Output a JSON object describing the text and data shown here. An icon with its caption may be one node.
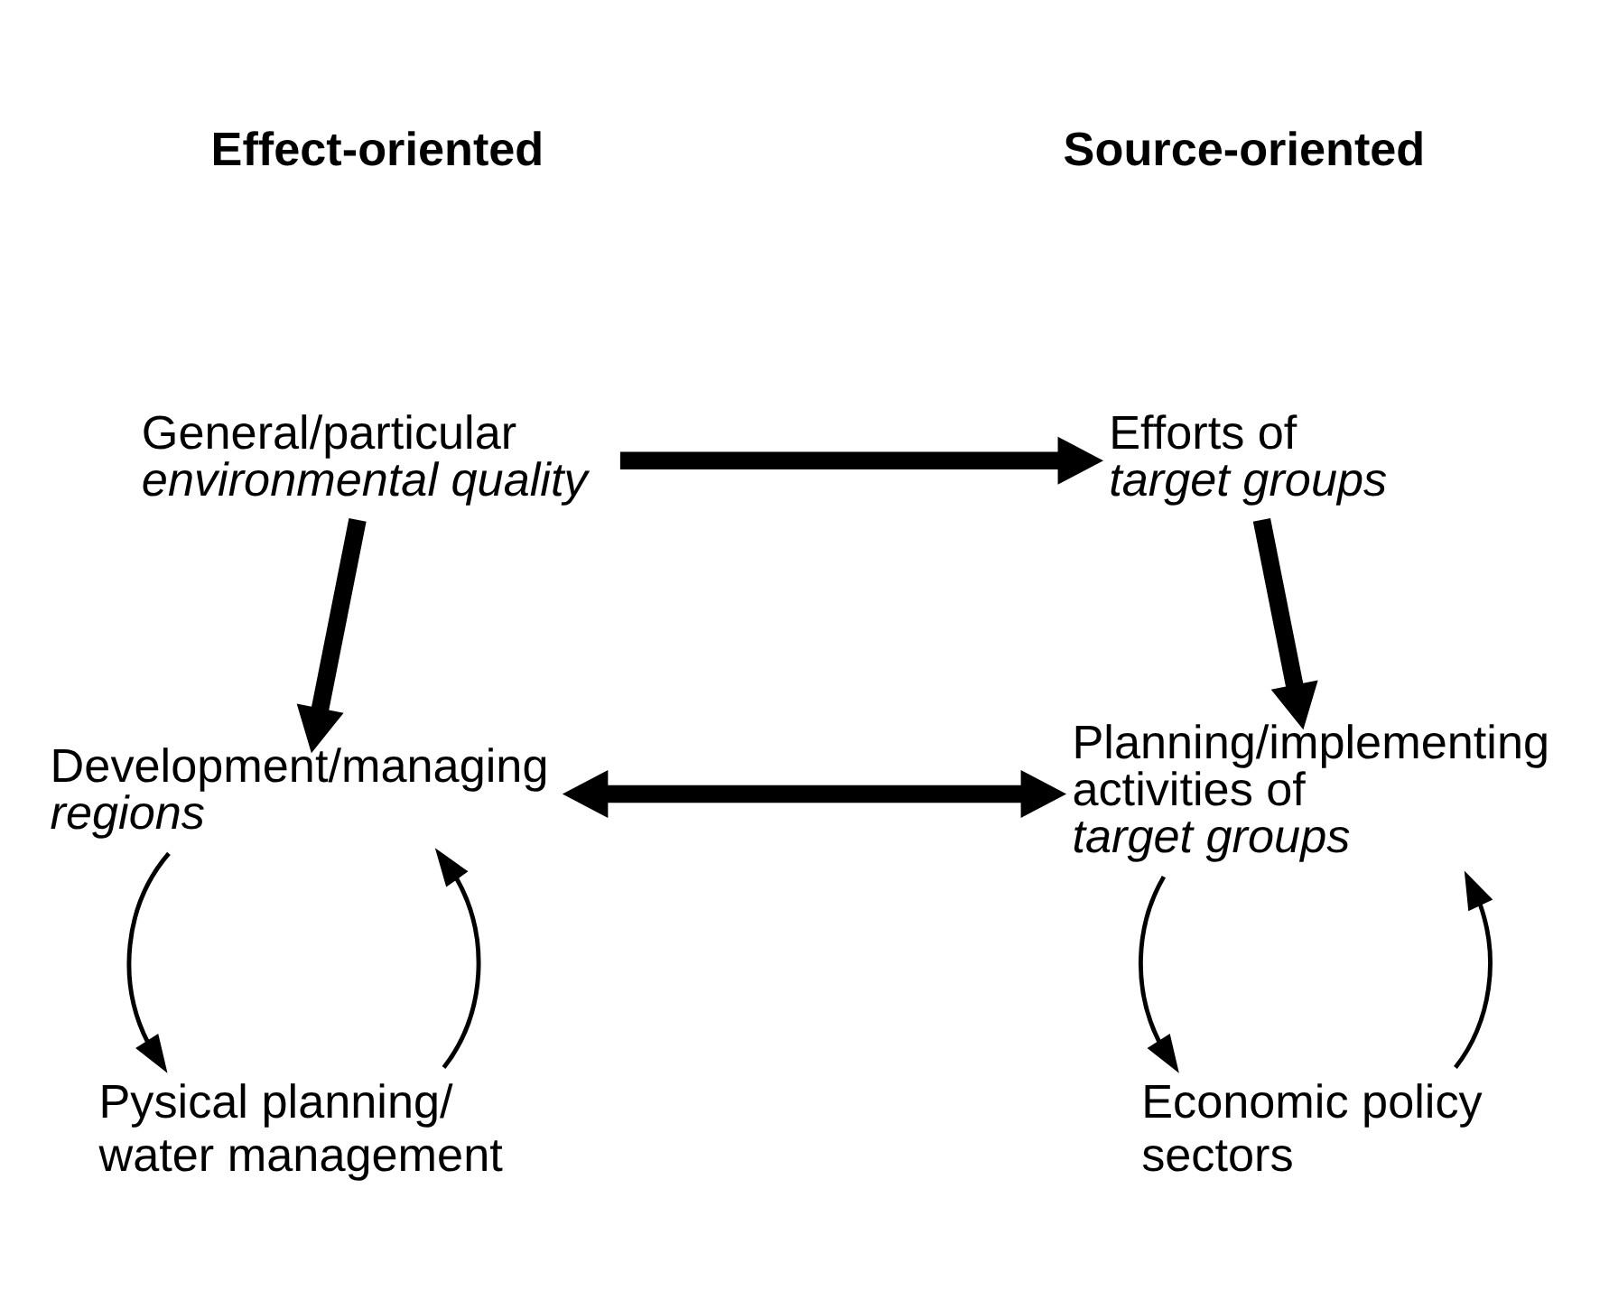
{
  "diagram": {
    "nodes": [
      {
        "text": [
          "General/particular",
          "environmental quality"
        ]
      },
      {
        "text": [
          "Efforts of",
          "target groups"
        ]
      },
      {
        "text": [
          "Development/managing",
          "regions"
        ]
      },
      {
        "text": [
          "Planning/implementing activities of",
          "target groups"
        ]
      },
      {
        "text": [
          "Pysical planning/ water management"
        ]
      },
      {
        "text": [
          "Economic policy sectors"
        ]
      }
    ],
    "edges": [
      {
        "from": 0,
        "to": 1,
        "arrow": "to",
        "style": "thick"
      },
      {
        "from": 0,
        "to": 2,
        "arrow": "to",
        "style": "thick"
      },
      {
        "from": 1,
        "to": 3,
        "arrow": "to",
        "style": "thick"
      },
      {
        "from": 2,
        "to": 3,
        "arrow": "both",
        "style": "thick"
      },
      {
        "from": 4,
        "to": 2,
        "arrow": "to"
      },
      {
        "from": 2,
        "to": 4,
        "arrow": "to"
      },
      {
        "from": 3,
        "to": 5,
        "arrow": "to"
      },
      {
        "from": 5,
        "to": 3,
        "arrow": "to"
      }
    ],
    "labels": [
      "Effect-oriented",
      "Source-oriented"
    ]
  }
}
